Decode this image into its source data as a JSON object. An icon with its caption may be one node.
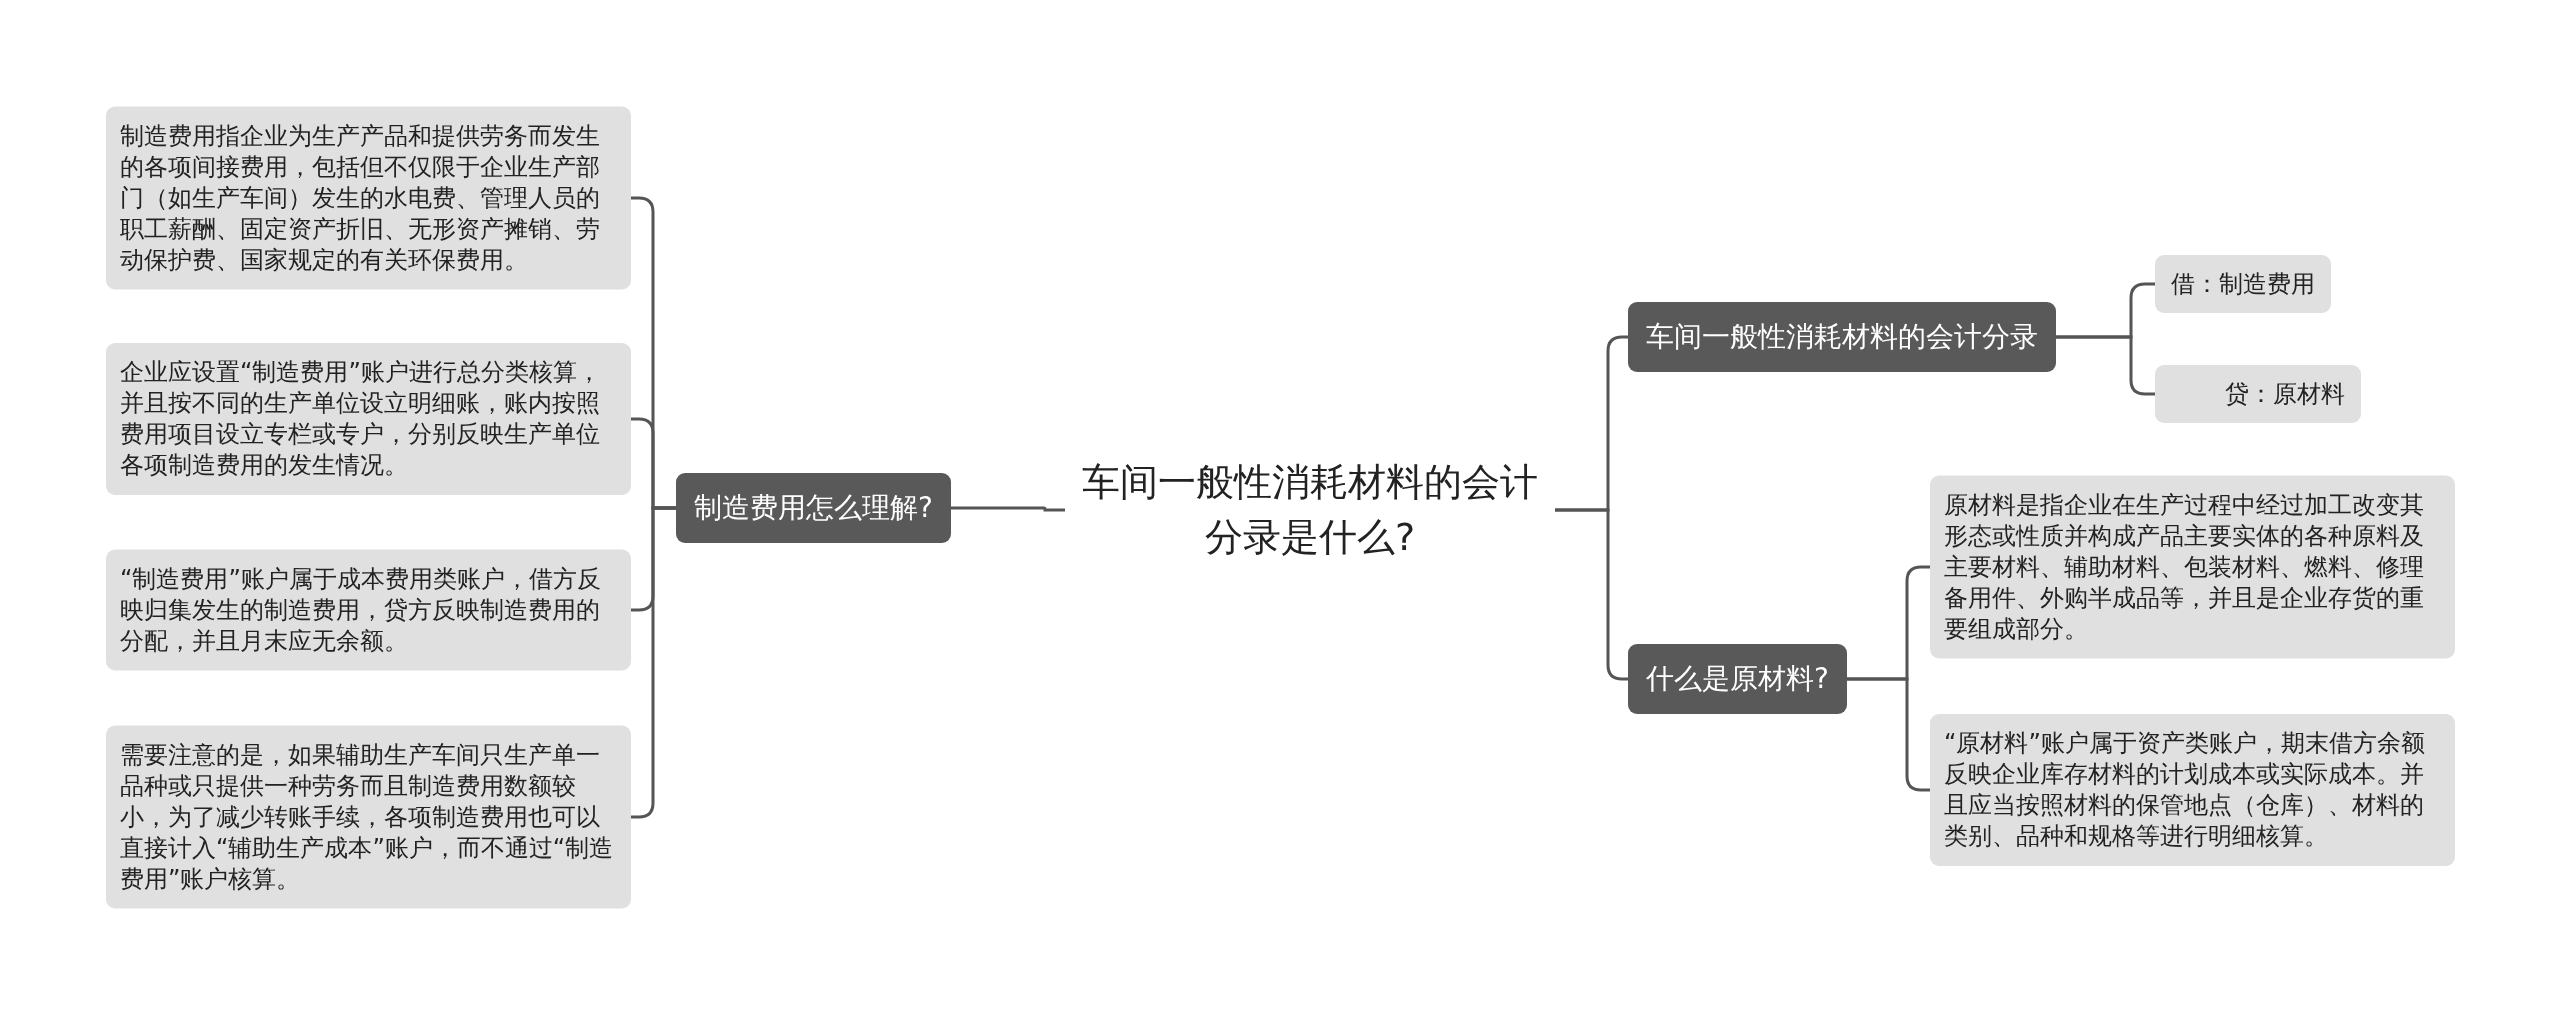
{
  "diagram": {
    "nodes": [
      {
        "text": [
          "车间一般性消耗材料的会计分录是什么?"
        ]
      },
      {
        "text": [
          "制造费用怎么理解?"
        ]
      },
      {
        "text": [
          "制造费用指企业为生产产品和提供劳务而发生的各项间接费用，包括但不仅限于企业生产部门（如生产车间）发生的水电费、管理人员的职工薪酬、固定资产折旧、无形资产摊销、劳动保护费、国家规定的有关环保费用。"
        ]
      },
      {
        "text": [
          "企业应设置“制造费用”账户进行总分类核算，并且按不同的生产单位设立明细账，账内按照费用项目设立专栏或专户，分别反映生产单位各项制造费用的发生情况。"
        ]
      },
      {
        "text": [
          "“制造费用”账户属于成本费用类账户，借方反映归集发生的制造费用，贷方反映制造费用的分配，并且月末应无余额。"
        ]
      },
      {
        "text": [
          "需要注意的是，如果辅助生产车间只生产单一品种或只提供一种劳务而且制造费用数额较小，为了减少转账手续，各项制造费用也可以直接计入“辅助生产成本”账户，而不通过“制造费用”账户核算。"
        ]
      },
      {
        "text": [
          "车间一般性消耗材料的会计分录"
        ]
      },
      {
        "text": [
          "借：制造费用"
        ]
      },
      {
        "text": [
          "贷：原材料"
        ]
      },
      {
        "text": [
          "什么是原材料?"
        ]
      },
      {
        "text": [
          "原材料是指企业在生产过程中经过加工改变其形态或性质并构成产品主要实体的各种原料及主要材料、辅助材料、包装材料、燃料、修理备用件、外购半成品等，并且是企业存货的重要组成部分。"
        ]
      },
      {
        "text": [
          "“原材料”账户属于资产类账户，期末借方余额反映企业库存材料的计划成本或实际成本。并且应当按照材料的保管地点（仓库）、材料的类别、品种和规格等进行明细核算。"
        ]
      }
    ],
    "edges": [
      {
        "from": 0,
        "to": 1,
        "arrow": "none"
      },
      {
        "from": 1,
        "to": 2,
        "arrow": "none"
      },
      {
        "from": 1,
        "to": 3,
        "arrow": "none"
      },
      {
        "from": 1,
        "to": 4,
        "arrow": "none"
      },
      {
        "from": 1,
        "to": 5,
        "arrow": "none"
      },
      {
        "from": 0,
        "to": 6,
        "arrow": "none"
      },
      {
        "from": 6,
        "to": 7,
        "arrow": "none"
      },
      {
        "from": 6,
        "to": 8,
        "arrow": "none"
      },
      {
        "from": 0,
        "to": 9,
        "arrow": "none"
      },
      {
        "from": 9,
        "to": 10,
        "arrow": "none"
      },
      {
        "from": 9,
        "to": 11,
        "arrow": "none"
      }
    ]
  }
}
